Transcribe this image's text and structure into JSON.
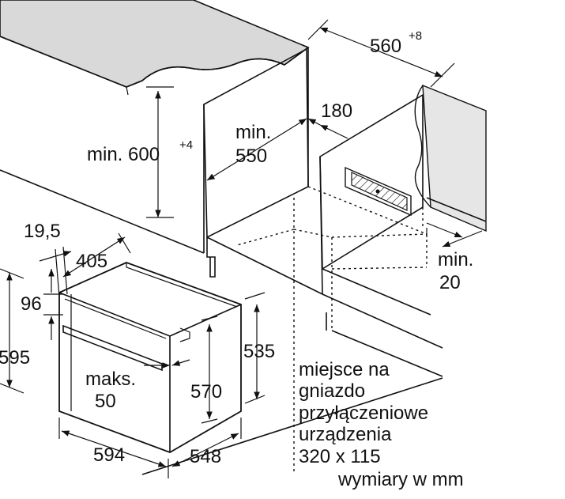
{
  "labels": {
    "width_top": "560",
    "width_top_tol": "+8",
    "height_min_prefix": "min. 600",
    "height_min_tol": "+4",
    "depth_min_1": "min.",
    "depth_min_2": "550",
    "gap_180": "180",
    "gap_min_1": "min.",
    "gap_min_2": "20",
    "front_19": "19,5",
    "front_405": "405",
    "front_96": "96",
    "oven_595": "595",
    "oven_535": "535",
    "max_1": "maks.",
    "max_2": "50",
    "oven_570": "570",
    "oven_594": "594",
    "oven_548": "548",
    "socket_1": "miejsce na",
    "socket_2": "gniazdo",
    "socket_3": "przyłączeniowe",
    "socket_4": "urządzenia",
    "socket_5": "320 x 115",
    "units": "wymiary w mm"
  },
  "colors": {
    "line": "#111111",
    "countertop": "#d9d9d9",
    "wall": "#e6e6e6",
    "socket_fill": "#ffffff"
  }
}
